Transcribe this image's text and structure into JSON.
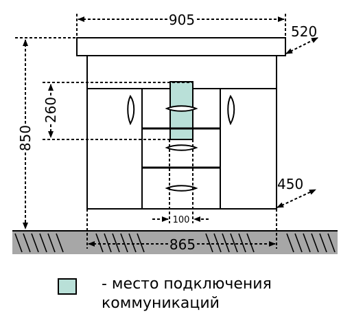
{
  "dimensions": {
    "top_width": "905",
    "top_depth": "520",
    "total_height": "850",
    "door_height": "260",
    "cabinet_depth": "450",
    "connection_zone_width": "100",
    "base_width": "865"
  },
  "legend": {
    "line1": "- место подключения",
    "line2": "коммуникаций"
  },
  "colors": {
    "connection_zone": "#b9e0d8",
    "floor_hatch": "#a7a7a7",
    "outline": "#000000"
  }
}
